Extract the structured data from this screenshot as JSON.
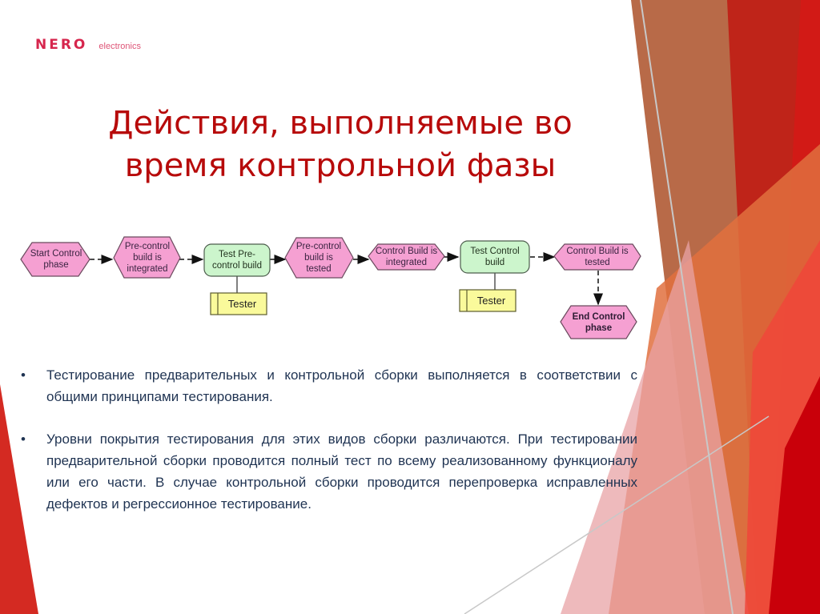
{
  "logo": {
    "brand": "NERO",
    "sub": "electronics"
  },
  "title": {
    "line1": "Действия, выполняемые во",
    "line2": "время контрольной фазы"
  },
  "colors": {
    "title": "#b70a0a",
    "logo": "#d6264d",
    "event_fill": "#f5a0d2",
    "function_fill": "#ccf5cc",
    "role_fill": "#fafa9b",
    "body_text": "#1f3352",
    "deco_red": "#d21a16",
    "deco_brown": "#b86a48",
    "deco_orange": "#e0703e"
  },
  "diagram": {
    "nodes": [
      {
        "id": "start",
        "type": "event",
        "label": "Start Control phase"
      },
      {
        "id": "pre_integrated",
        "type": "event",
        "label": "Pre-control build is integrated"
      },
      {
        "id": "test_pre",
        "type": "function",
        "label": "Test Pre-control build"
      },
      {
        "id": "pre_tested",
        "type": "event",
        "label": "Pre-control build is tested"
      },
      {
        "id": "control_integrated",
        "type": "event",
        "label": "Control Build is integrated"
      },
      {
        "id": "test_control",
        "type": "function",
        "label": "Test Control build"
      },
      {
        "id": "control_tested",
        "type": "event",
        "label": "Control Build is tested"
      },
      {
        "id": "end",
        "type": "event",
        "label": "End Control phase"
      },
      {
        "id": "tester1",
        "type": "role",
        "label": "Tester"
      },
      {
        "id": "tester2",
        "type": "role",
        "label": "Tester"
      }
    ],
    "labels": {
      "start": [
        "Start Control",
        "phase"
      ],
      "pre_integrated": [
        "Pre-control",
        "build is",
        "integrated"
      ],
      "test_pre": [
        "Test Pre-",
        "control build"
      ],
      "pre_tested": [
        "Pre-control",
        "build is",
        "tested"
      ],
      "control_integrated": [
        "Control Build is",
        "integrated"
      ],
      "test_control": [
        "Test Control",
        "build"
      ],
      "control_tested": [
        "Control Build is",
        "tested"
      ],
      "end": [
        "End Control",
        "phase"
      ],
      "tester1": "Tester",
      "tester2": "Tester"
    },
    "edges": [
      {
        "from": "start",
        "to": "pre_integrated",
        "style": "dashed"
      },
      {
        "from": "pre_integrated",
        "to": "test_pre",
        "style": "dashed"
      },
      {
        "from": "test_pre",
        "to": "pre_tested",
        "style": "dashed"
      },
      {
        "from": "pre_tested",
        "to": "control_integrated",
        "style": "solid"
      },
      {
        "from": "control_integrated",
        "to": "test_control",
        "style": "solid"
      },
      {
        "from": "test_control",
        "to": "control_tested",
        "style": "dashed"
      },
      {
        "from": "control_tested",
        "to": "end",
        "style": "dashed"
      },
      {
        "from": "test_pre",
        "to": "tester1",
        "style": "line"
      },
      {
        "from": "test_control",
        "to": "tester2",
        "style": "line"
      }
    ]
  },
  "bullets": [
    {
      "text": "Тестирование предварительных и контрольной сборки выполняется в соответствии с общими принципами тестирования."
    },
    {
      "text": "Уровни покрытия тестирования для этих видов сборки различаются. При тестировании предварительной сборки проводится полный тест по всему реализованному функционалу или его части. В случае контрольной сборки проводится перепроверка исправленных дефектов и регрессионное тестирование."
    }
  ],
  "bullet_char": "•"
}
